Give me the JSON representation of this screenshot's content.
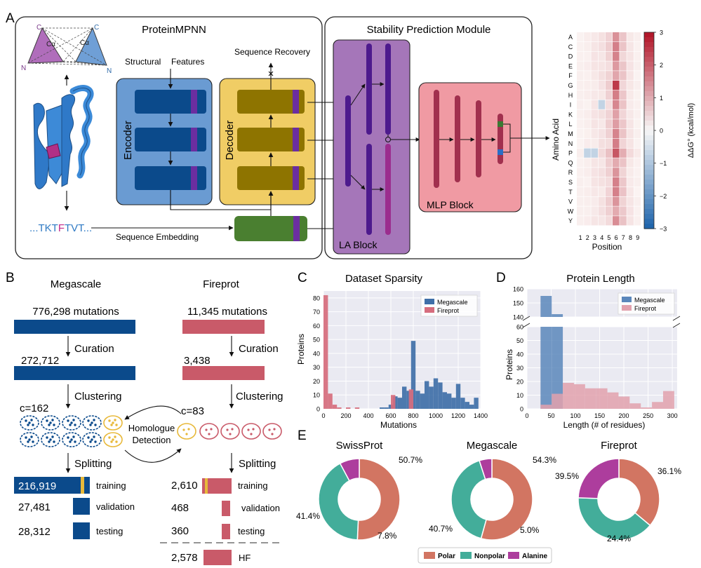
{
  "panel_letters": {
    "a": "A",
    "b": "B",
    "c": "C",
    "d": "D",
    "e": "E"
  },
  "panel_a": {
    "proteinmpnn_title": "ProteinMPNN",
    "stability_title": "Stability Prediction Module",
    "structural_label": "Structural",
    "features_label": "Features",
    "sequence_recovery": "Sequence Recovery",
    "encoder_label": "Encoder",
    "decoder_label": "Decoder",
    "sequence_embedding": "Sequence Embedding",
    "la_block": "LA Block",
    "mlp_block": "MLP Block",
    "sequence_prefix": "...TKT",
    "sequence_highlight": "F",
    "sequence_suffix": "TVT...",
    "triangle_labels": {
      "c_left": "C",
      "ca_left": "Cα",
      "n_left": "N",
      "c_right": "C",
      "ca_right": "Cα",
      "n_right": "N"
    },
    "recovery_cross": "×"
  },
  "heatmap": {
    "amino_acids": [
      "A",
      "C",
      "D",
      "E",
      "F",
      "G",
      "H",
      "I",
      "K",
      "L",
      "M",
      "N",
      "P",
      "Q",
      "R",
      "S",
      "T",
      "V",
      "W",
      "Y"
    ],
    "positions": [
      "1",
      "2",
      "3",
      "4",
      "5",
      "6",
      "7",
      "8",
      "9"
    ],
    "xlabel": "Position",
    "ylabel": "Amino Acid",
    "colorbar_label": "ΔΔG° (kcal/mol)",
    "colorbar_ticks": [
      "3",
      "2",
      "1",
      "0",
      "−1",
      "−2",
      "−3"
    ],
    "colors": {
      "high": "#b2182b",
      "mid": "#f7f7f7",
      "low": "#2166ac"
    }
  },
  "panel_b": {
    "megascale_title": "Megascale",
    "fireprot_title": "Fireprot",
    "mega_mutations": "776,298 mutations",
    "fire_mutations": "11,345 mutations",
    "curation": "Curation",
    "mega_curated": "272,712",
    "fire_curated": "3,438",
    "clustering": "Clustering",
    "mega_clusters": "c=162",
    "fire_clusters": "c=83",
    "homologue_detection_1": "Homologue",
    "homologue_detection_2": "Detection",
    "splitting": "Splitting",
    "mega_splits": [
      {
        "value": "216,919",
        "label": "training"
      },
      {
        "value": "27,481",
        "label": "validation"
      },
      {
        "value": "28,312",
        "label": "testing"
      }
    ],
    "fire_splits": [
      {
        "value": "2,610",
        "label": "training"
      },
      {
        "value": "468",
        "label": "validation"
      },
      {
        "value": "360",
        "label": "testing"
      }
    ],
    "fire_hf": {
      "value": "2,578",
      "label": "HF"
    },
    "colors": {
      "megascale": "#0b4a8b",
      "fireprot": "#c95a69",
      "highlight": "#e8b93a"
    }
  },
  "chart_data": [
    {
      "type": "bar",
      "title": "Dataset Sparsity",
      "xlabel": "Mutations",
      "ylabel": "Proteins",
      "xlim": [
        0,
        1400
      ],
      "ylim": [
        0,
        85
      ],
      "x_ticks": [
        "0",
        "200",
        "400",
        "600",
        "800",
        "1000",
        "1200",
        "1400"
      ],
      "y_ticks": [
        "0",
        "10",
        "20",
        "30",
        "40",
        "50",
        "60",
        "70",
        "80"
      ],
      "bin_width": 40,
      "legend": "top-right",
      "series": [
        {
          "name": "Megascale",
          "color": "#3f6fa8",
          "bins": [
            [
              500,
              1
            ],
            [
              540,
              1
            ],
            [
              580,
              3
            ],
            [
              620,
              9
            ],
            [
              660,
              8
            ],
            [
              700,
              16
            ],
            [
              740,
              13
            ],
            [
              780,
              49
            ],
            [
              820,
              13
            ],
            [
              860,
              11
            ],
            [
              900,
              20
            ],
            [
              940,
              16
            ],
            [
              980,
              22
            ],
            [
              1020,
              19
            ],
            [
              1060,
              12
            ],
            [
              1100,
              11
            ],
            [
              1140,
              8
            ],
            [
              1180,
              18
            ],
            [
              1220,
              8
            ],
            [
              1260,
              5
            ],
            [
              1300,
              3
            ],
            [
              1340,
              8
            ]
          ]
        },
        {
          "name": "Fireprot",
          "color": "#d66d7d",
          "bins": [
            [
              0,
              82
            ],
            [
              40,
              11
            ],
            [
              80,
              3
            ],
            [
              120,
              1
            ],
            [
              200,
              1
            ],
            [
              280,
              1
            ],
            [
              600,
              10
            ],
            [
              760,
              14
            ]
          ]
        }
      ]
    },
    {
      "type": "bar",
      "title": "Protein Length",
      "xlabel": "Length (# of residues)",
      "ylabel": "Proteins",
      "xlim": [
        0,
        310
      ],
      "ylim_bottom": [
        0,
        60
      ],
      "ylim_top": [
        140,
        160
      ],
      "broken_y_axis": true,
      "x_ticks": [
        "0",
        "50",
        "100",
        "150",
        "200",
        "250",
        "300"
      ],
      "y_ticks_bottom": [
        "0",
        "10",
        "20",
        "30",
        "40",
        "50",
        "60"
      ],
      "y_ticks_top": [
        "140",
        "150",
        "160"
      ],
      "bin_width": 23,
      "legend": "top-right",
      "series": [
        {
          "name": "Megascale",
          "color": "#5b87bb",
          "bins": [
            [
              28,
              155
            ],
            [
              51,
              142
            ]
          ]
        },
        {
          "name": "Fireprot",
          "color": "#e2a1ad",
          "bins": [
            [
              28,
              3
            ],
            [
              51,
              11
            ],
            [
              74,
              19
            ],
            [
              97,
              18
            ],
            [
              120,
              15
            ],
            [
              143,
              15
            ],
            [
              166,
              12
            ],
            [
              189,
              9
            ],
            [
              212,
              4
            ],
            [
              235,
              1
            ],
            [
              258,
              5
            ],
            [
              281,
              13
            ]
          ]
        }
      ]
    },
    {
      "type": "pie",
      "title": "SwissProt",
      "categories": [
        "Polar",
        "Nonpolar",
        "Alanine"
      ],
      "values": [
        50.7,
        41.4,
        7.8
      ],
      "value_labels": [
        "50.7%",
        "41.4%",
        "7.8%"
      ]
    },
    {
      "type": "pie",
      "title": "Megascale",
      "categories": [
        "Polar",
        "Nonpolar",
        "Alanine"
      ],
      "values": [
        54.3,
        40.7,
        5.0
      ],
      "value_labels": [
        "54.3%",
        "40.7%",
        "5.0%"
      ]
    },
    {
      "type": "pie",
      "title": "Fireprot",
      "categories": [
        "Polar",
        "Nonpolar",
        "Alanine"
      ],
      "values": [
        36.1,
        39.5,
        24.4
      ],
      "value_labels": [
        "36.1%",
        "39.5%",
        "24.4%"
      ]
    }
  ],
  "pie_legend": {
    "items": [
      "Polar",
      "Nonpolar",
      "Alanine"
    ],
    "colors": [
      "#d27562",
      "#43ad9a",
      "#ad3d9d"
    ]
  }
}
